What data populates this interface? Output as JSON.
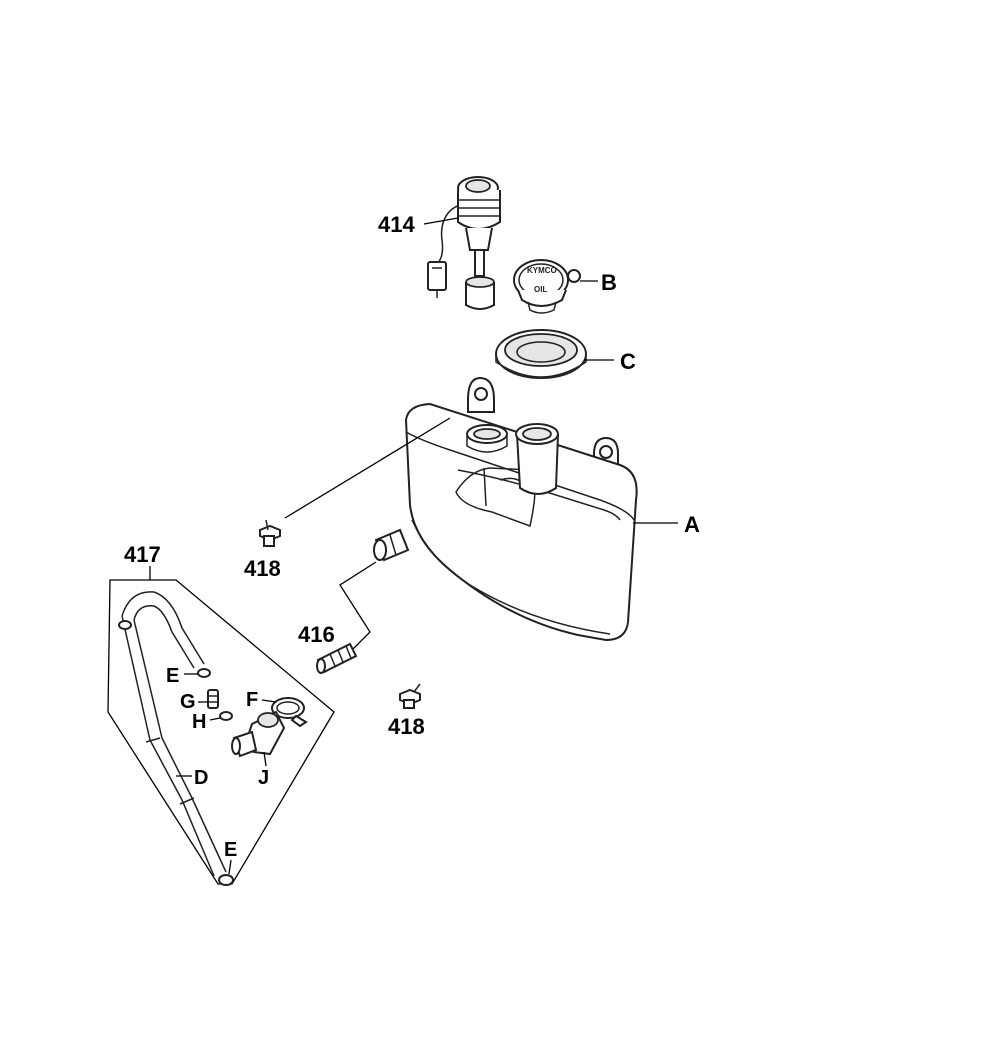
{
  "callouts": {
    "p414": "414",
    "pB": "B",
    "pC": "C",
    "pA": "A",
    "p418a": "418",
    "p417": "417",
    "p416": "416",
    "p418b": "418",
    "pE1": "E",
    "pG": "G",
    "pH": "H",
    "pF": "F",
    "pJ": "J",
    "pD": "D",
    "pE2": "E"
  },
  "cap_text": {
    "brand": "KYMCO",
    "content": "OIL"
  }
}
